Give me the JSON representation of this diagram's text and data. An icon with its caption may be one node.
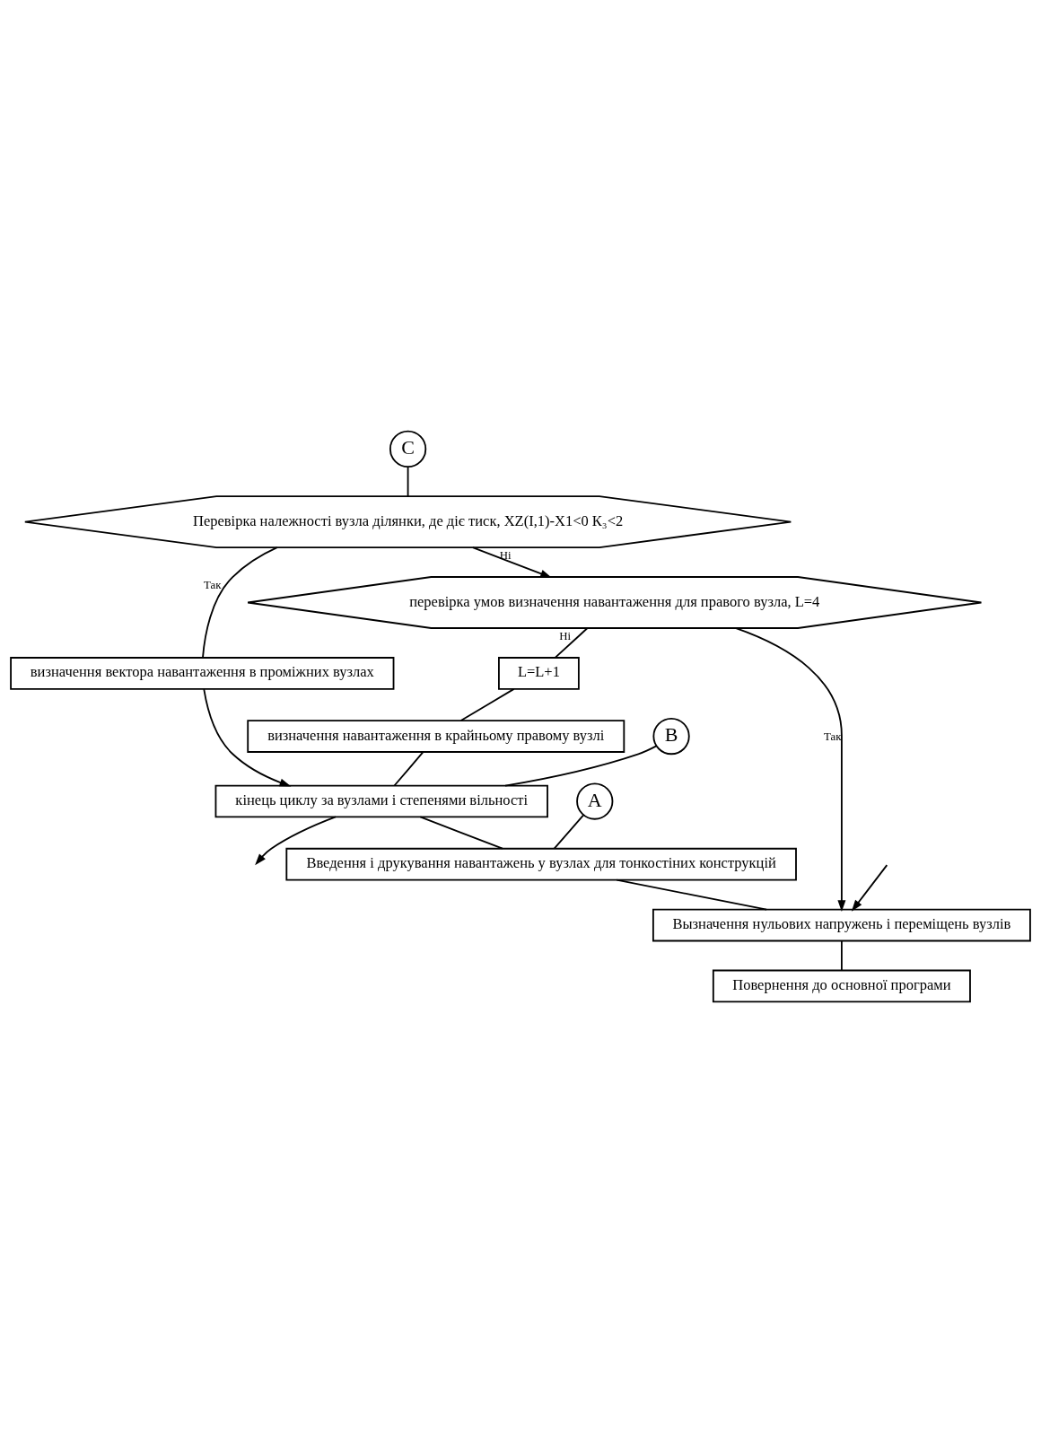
{
  "diagram": {
    "nodes": [
      {
        "text": [
          "C"
        ]
      },
      {
        "text": [
          "Перевірка належності вузла ділянки, де діє тиск, XZ(I,1)-X1<0 К₃<2"
        ]
      },
      {
        "text": [
          "визначення вектора навантаження в проміжних вузлах"
        ]
      },
      {
        "text": [
          "перевірка умов визначення навантаження для правого вузла, L=4"
        ]
      },
      {
        "text": [
          "L=L+1"
        ]
      },
      {
        "text": [
          "визначення навантаження в крайньому правому вузлі"
        ]
      },
      {
        "text": [
          "B"
        ]
      },
      {
        "text": [
          "A"
        ]
      },
      {
        "text": [
          "кінець циклу за вузлами і степенями вільності"
        ]
      },
      {
        "text": [
          "Введення і друкування навантажень у вузлах для тонкостіних конструкцій"
        ]
      },
      {
        "text": [
          "Вызначення нульових напружень і переміщень вузлів"
        ]
      },
      {
        "text": [
          "Повернення до основної програми"
        ]
      }
    ],
    "edges": [
      {
        "from": 0,
        "to": 1,
        "arrow": "none"
      },
      {
        "from": 1,
        "to": 3,
        "label": "Ні",
        "arrow": "to"
      },
      {
        "from": 1,
        "to": 2,
        "label": "Так",
        "arrow": "none"
      },
      {
        "from": 2,
        "to": 8,
        "arrow": "to"
      },
      {
        "from": 3,
        "to": 10,
        "label": "Так",
        "arrow": "to"
      },
      {
        "from": 3,
        "to": 4,
        "label": "Ні",
        "arrow": "none"
      },
      {
        "from": 4,
        "to": 5,
        "arrow": "none"
      },
      {
        "from": 5,
        "to": 8,
        "arrow": "none"
      },
      {
        "from": 6,
        "to": 8,
        "arrow": "none"
      },
      {
        "from": 7,
        "to": 9,
        "arrow": "none"
      },
      {
        "from": 8,
        "to": null,
        "arrow": "to"
      },
      {
        "from": 8,
        "to": 9,
        "arrow": "none"
      },
      {
        "from": null,
        "to": 10,
        "arrow": "to"
      },
      {
        "from": 9,
        "to": 10,
        "arrow": "none"
      },
      {
        "from": 10,
        "to": 11,
        "arrow": "none"
      }
    ]
  }
}
